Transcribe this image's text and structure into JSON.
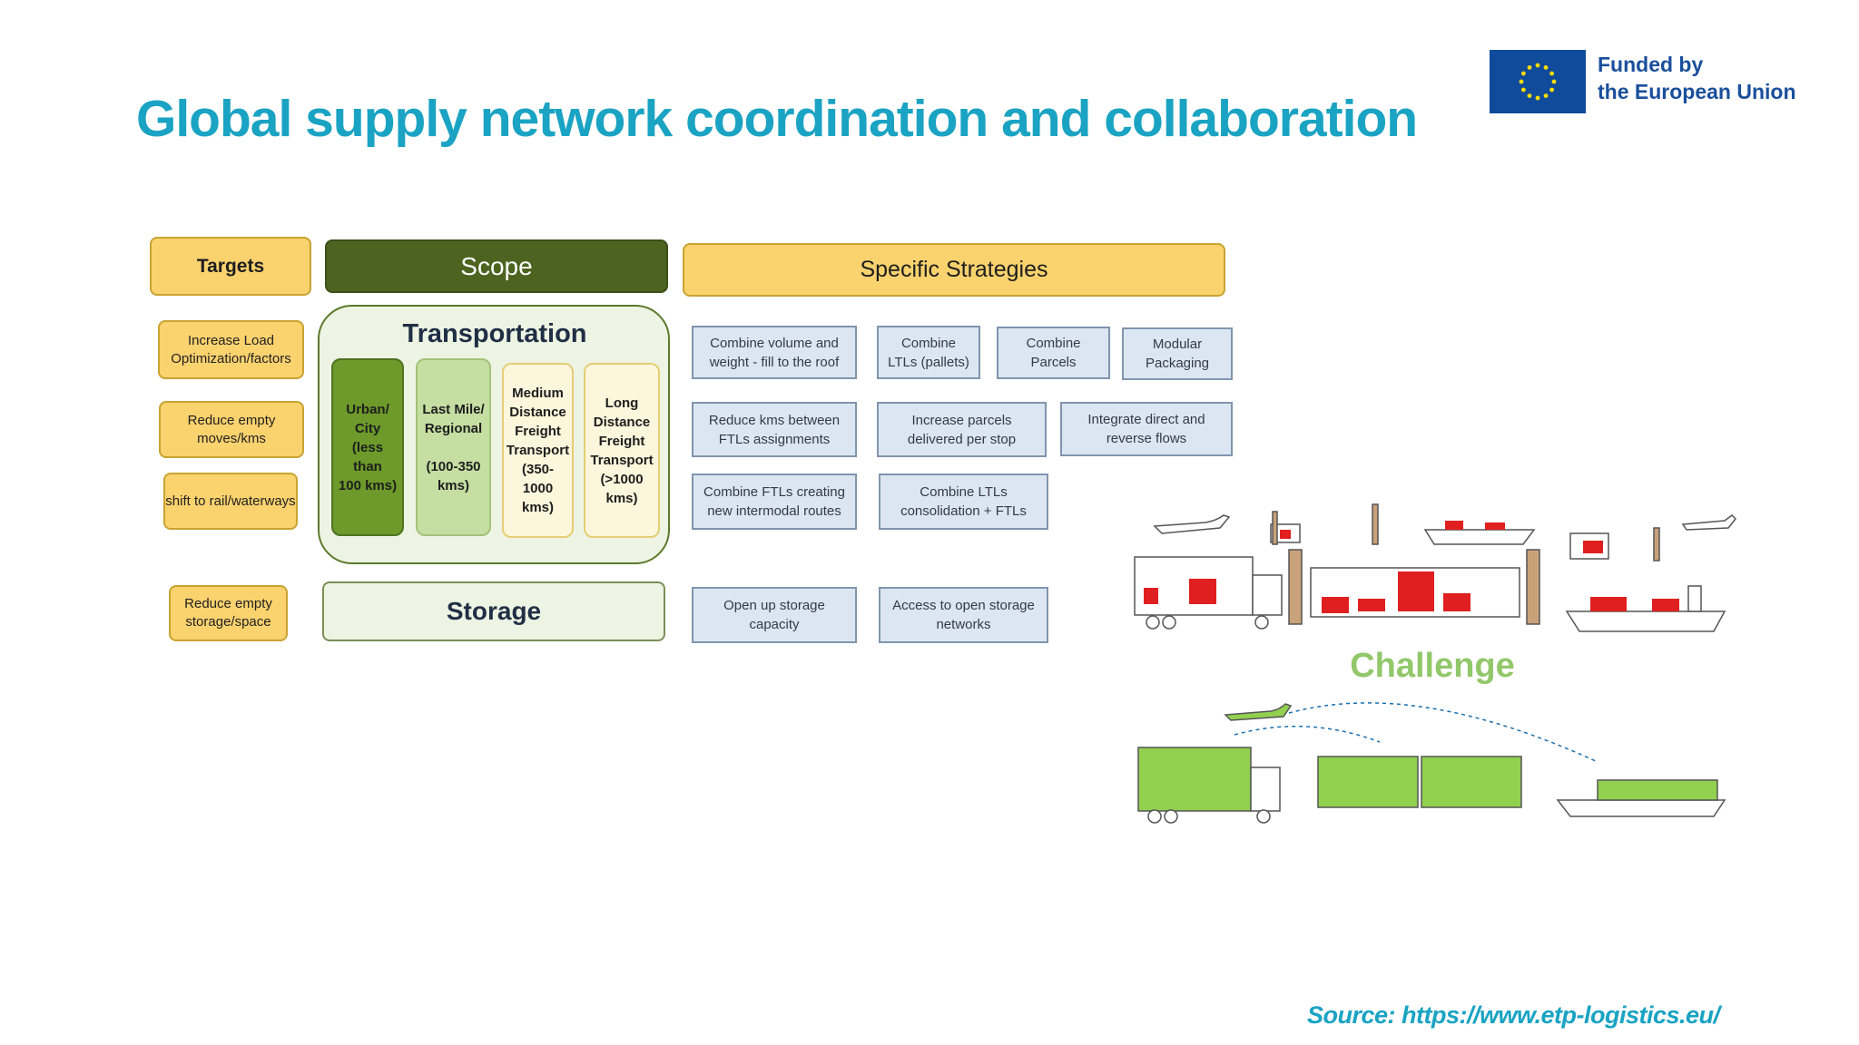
{
  "title": "Global supply network coordination and collaboration",
  "eu_badge": {
    "line1": "Funded by",
    "line2": "the European Union"
  },
  "headers": {
    "targets": "Targets",
    "scope": "Scope",
    "strategies": "Specific Strategies"
  },
  "targets": [
    "Increase Load Optimization/factors",
    "Reduce empty moves/kms",
    "shift to rail/waterways",
    "Reduce empty storage/space"
  ],
  "scope": {
    "transportation": "Transportation",
    "columns": [
      {
        "line1": "Urban/",
        "line2": "City",
        "line3": "(less than",
        "line4": "100 kms)"
      },
      {
        "line1": "Last Mile/",
        "line2": "Regional",
        "line3": "",
        "line4": "(100-350",
        "line5": "kms)"
      },
      {
        "line1": "Medium",
        "line2": "Distance",
        "line3": "Freight",
        "line4": "Transport",
        "line5": "(350-",
        "line6": "1000",
        "line7": "kms)"
      },
      {
        "line1": "Long",
        "line2": "Distance",
        "line3": "Freight",
        "line4": "Transport",
        "line5": "(>1000",
        "line6": "kms)"
      }
    ],
    "storage": "Storage"
  },
  "strategies": [
    {
      "line1": "Combine volume and",
      "line2": "weight - fill to the roof"
    },
    {
      "line1": "Combine",
      "line2": "LTLs (pallets)"
    },
    {
      "line1": "Combine",
      "line2": "Parcels"
    },
    {
      "line1": "Modular",
      "line2": "Packaging"
    },
    {
      "line1": "Reduce kms between",
      "line2": "FTLs assignments"
    },
    {
      "line1": "Increase parcels",
      "line2": "delivered per stop"
    },
    {
      "line1": "Integrate direct and",
      "line2": "reverse flows"
    },
    {
      "line1": "Combine FTLs creating",
      "line2": "new intermodal routes"
    },
    {
      "line1": "Combine LTLs",
      "line2": "consolidation + FTLs"
    },
    {
      "line1": "Open up storage",
      "line2": "capacity"
    },
    {
      "line1": "Access to open storage",
      "line2": "networks"
    }
  ],
  "illustration": {
    "label": "Challenge"
  },
  "source": "Source: https://www.etp-logistics.eu/",
  "colors": {
    "title": "#1aa3c3",
    "targets": "#fad26e",
    "scope": "#4c6420",
    "strategy": "#dce6f2",
    "challenge_green": "#92d050",
    "challenge_red": "#e02020"
  }
}
